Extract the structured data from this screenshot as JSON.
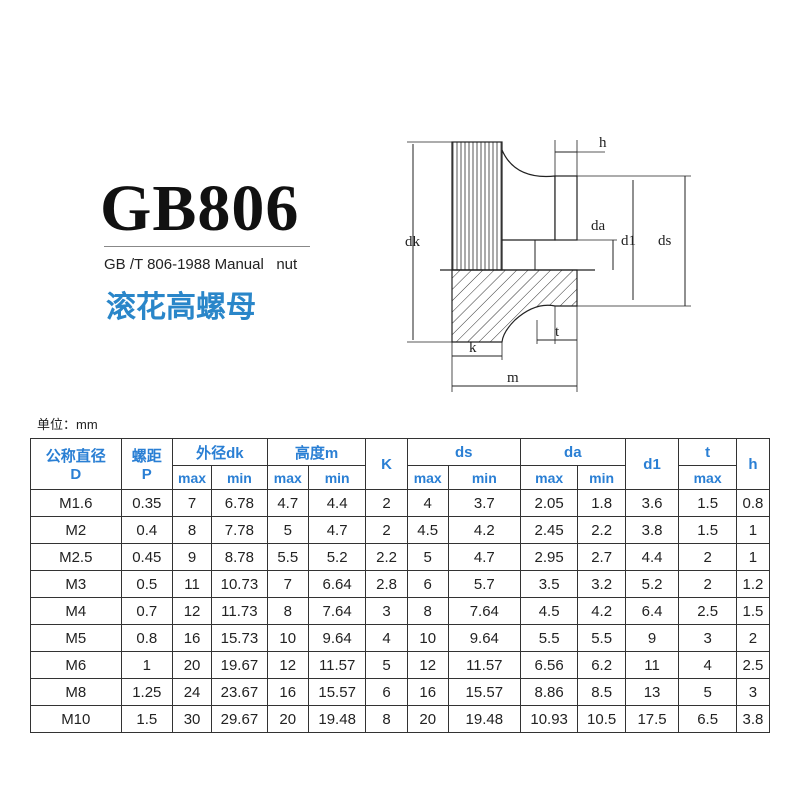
{
  "title": "GB806",
  "subtitle": "GB /T 806-1988 Manual   nut",
  "cn_title": "滚花高螺母",
  "drawing_labels": {
    "h": "h",
    "da": "da",
    "d1": "d1",
    "ds": "ds",
    "dk": "dk",
    "k": "k",
    "t": "t",
    "m": "m"
  },
  "unit_label": "单位：mm",
  "table": {
    "headers": {
      "nominal": "公称直径D",
      "nominal_line1": "公称直径",
      "nominal_line2": "D",
      "pitch_line1": "螺距",
      "pitch_line2": "P",
      "dk": "外径dk",
      "m": "高度m",
      "k": "K",
      "ds": "ds",
      "da": "da",
      "d1": "d1",
      "t": "t",
      "h": "h",
      "max": "max",
      "min": "min"
    },
    "rows": [
      [
        "M1.6",
        "0.35",
        "7",
        "6.78",
        "4.7",
        "4.4",
        "2",
        "4",
        "3.7",
        "2.05",
        "1.8",
        "3.6",
        "1.5",
        "0.8"
      ],
      [
        "M2",
        "0.4",
        "8",
        "7.78",
        "5",
        "4.7",
        "2",
        "4.5",
        "4.2",
        "2.45",
        "2.2",
        "3.8",
        "1.5",
        "1"
      ],
      [
        "M2.5",
        "0.45",
        "9",
        "8.78",
        "5.5",
        "5.2",
        "2.2",
        "5",
        "4.7",
        "2.95",
        "2.7",
        "4.4",
        "2",
        "1"
      ],
      [
        "M3",
        "0.5",
        "11",
        "10.73",
        "7",
        "6.64",
        "2.8",
        "6",
        "5.7",
        "3.5",
        "3.2",
        "5.2",
        "2",
        "1.2"
      ],
      [
        "M4",
        "0.7",
        "12",
        "11.73",
        "8",
        "7.64",
        "3",
        "8",
        "7.64",
        "4.5",
        "4.2",
        "6.4",
        "2.5",
        "1.5"
      ],
      [
        "M5",
        "0.8",
        "16",
        "15.73",
        "10",
        "9.64",
        "4",
        "10",
        "9.64",
        "5.5",
        "5.5",
        "9",
        "3",
        "2"
      ],
      [
        "M6",
        "1",
        "20",
        "19.67",
        "12",
        "11.57",
        "5",
        "12",
        "11.57",
        "6.56",
        "6.2",
        "11",
        "4",
        "2.5"
      ],
      [
        "M8",
        "1.25",
        "24",
        "23.67",
        "16",
        "15.57",
        "6",
        "16",
        "15.57",
        "8.86",
        "8.5",
        "13",
        "5",
        "3"
      ],
      [
        "M10",
        "1.5",
        "30",
        "29.67",
        "20",
        "19.48",
        "8",
        "20",
        "19.48",
        "10.93",
        "10.5",
        "17.5",
        "6.5",
        "3.8"
      ]
    ]
  }
}
